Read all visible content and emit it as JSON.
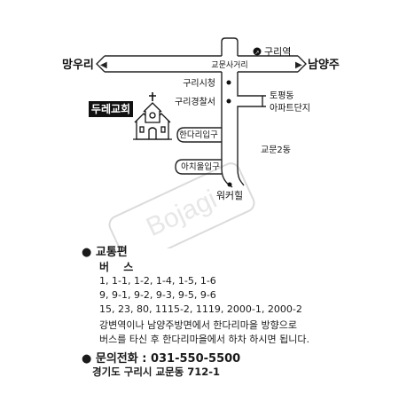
{
  "map": {
    "roads": {
      "west_label": "망우리",
      "east_label": "남양주",
      "junction_label": "교문사거리",
      "station_top": "구리역",
      "right_branch_label_1": "토평동",
      "right_branch_label_2": "아파트단지",
      "right_label_low": "교문2동"
    },
    "markers": {
      "city_hall": "구리시청",
      "police": "구리경찰서",
      "handari_entrance": "한다리입구",
      "acheul_entrance": "아치울입구",
      "church_name": "두레교회",
      "destination": "워커힐"
    },
    "watermark": "Bojagi"
  },
  "info": {
    "transport": {
      "heading": "교통편",
      "bus_label": "버 스",
      "bus_lines": [
        "1, 1-1, 1-2, 1-4, 1-5, 1-6",
        "9, 9-1, 9-2, 9-3, 9-5, 9-6",
        "15, 23, 80, 1115-2, 1119, 2000-1, 2000-2"
      ],
      "directions": [
        "강변역이나 남양주방면에서 한다리마을 방향으로",
        "버스를 타신 후 한다리마을에서 하차 하시면 됩니다."
      ]
    },
    "contact": {
      "label": "문의전화 : 031-550-5500",
      "address": "경기도 구리시 교문동 712-1"
    }
  }
}
